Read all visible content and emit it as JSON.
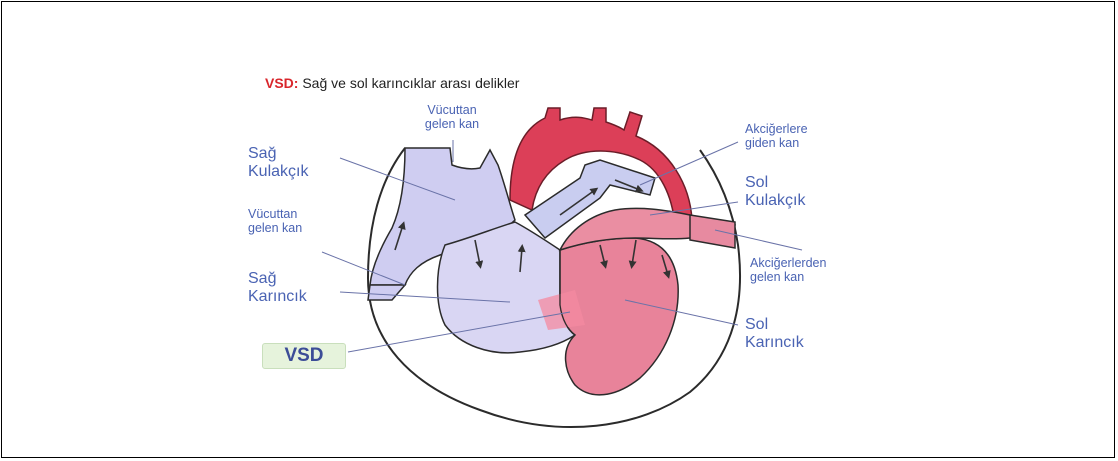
{
  "title": {
    "acronym": "VSD:",
    "text": " Sağ ve sol karıncıklar arası delikler"
  },
  "labels": {
    "vucuttan_top_1": "Vücuttan",
    "vucuttan_top_2": "gelen kan",
    "sag_kulakcik_1": "Sağ",
    "sag_kulakcik_2": "Kulakçık",
    "vucuttan_left_1": "Vücuttan",
    "vucuttan_left_2": "gelen kan",
    "sag_karincik_1": "Sağ",
    "sag_karincik_2": "Karıncık",
    "vsd": "VSD",
    "akcigerlere_1": "Akciğerlere",
    "akcigerlere_2": "giden kan",
    "sol_kulakcik_1": "Sol",
    "sol_kulakcik_2": "Kulakçık",
    "akcigerlerden_1": "Akciğerlerden",
    "akcigerlerden_2": "gelen kan",
    "sol_karincik_1": "Sol",
    "sol_karincik_2": "Karıncık"
  },
  "colors": {
    "oxygen_poor": "#cfcdf1",
    "oxygen_rich": "#e0485e",
    "label_blue": "#4a63b3",
    "vsd_highlight": "#f48aa0"
  }
}
